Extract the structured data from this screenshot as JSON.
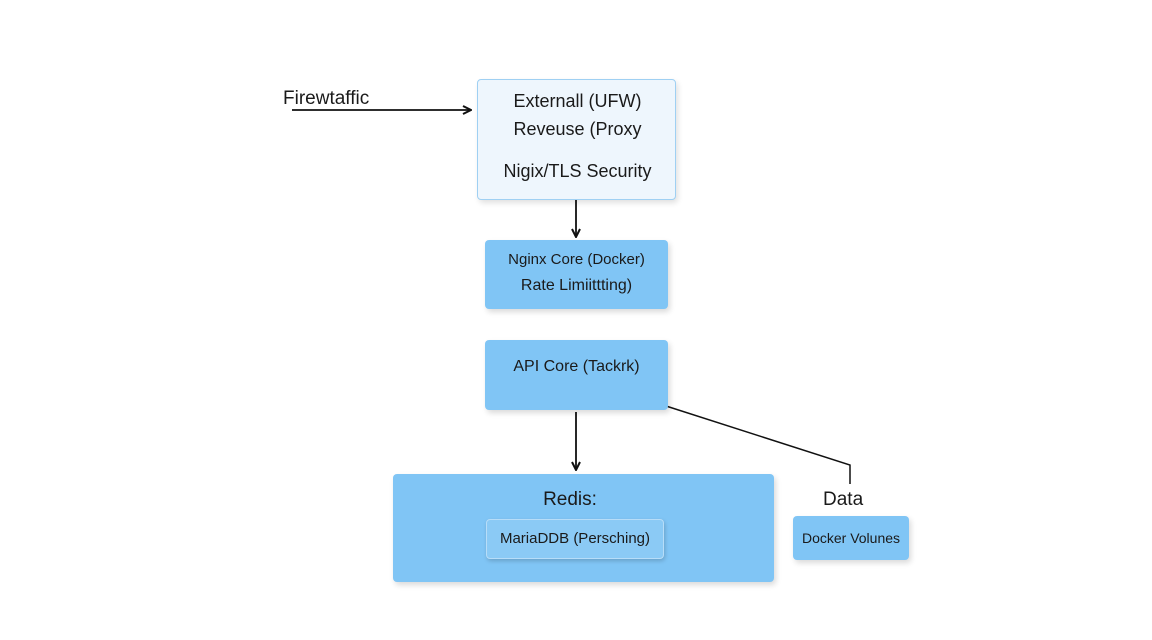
{
  "diagram": {
    "input_label": "Firewtaffic",
    "nodes": {
      "edge": {
        "line1": "Externall (UFW)",
        "line2": "Reveuse (Proxy",
        "line3": "Nigix/TLS Security"
      },
      "nginx_core": {
        "line1": "Nginx Core (Docker)",
        "line2": "Rate Limiittting)"
      },
      "api_core": {
        "line1": "API Core (Tackrk)"
      },
      "redis": {
        "title": "Redis:",
        "inner": "MariaDDB (Persching)"
      },
      "data": {
        "title": "Data",
        "inner": "Docker Volunes"
      }
    },
    "colors": {
      "outline_box_fill": "#eef6fd",
      "outline_box_border": "#9fd0f3",
      "filled_box": "#80c5f5",
      "arrow": "#111111"
    }
  }
}
